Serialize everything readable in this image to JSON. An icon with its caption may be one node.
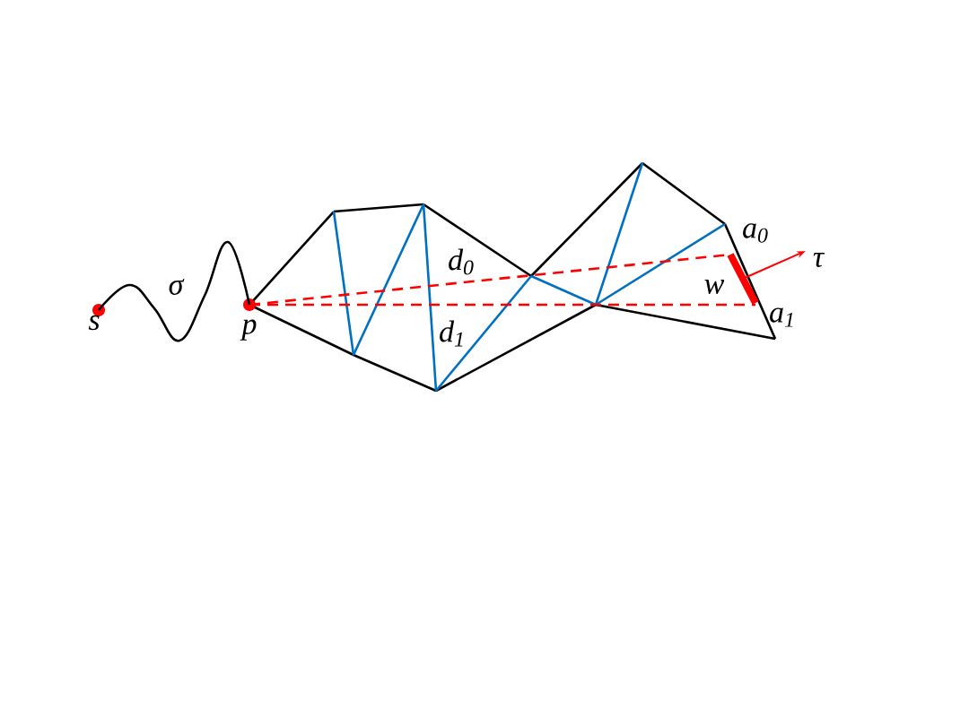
{
  "diagram": {
    "nodes": [
      {
        "text": [],
        "shape": "circle",
        "beside": [
          "s"
        ]
      },
      {
        "text": [],
        "shape": "circle",
        "beside": [
          "p"
        ]
      }
    ],
    "edges": [
      {
        "from": 0,
        "to": 1,
        "arrow": "none",
        "label": "σ"
      }
    ],
    "labels": [
      "d$_{0}$",
      "d$_{1}$",
      "w",
      "a$_{0}$",
      "a$_{1}$",
      "τ"
    ]
  }
}
